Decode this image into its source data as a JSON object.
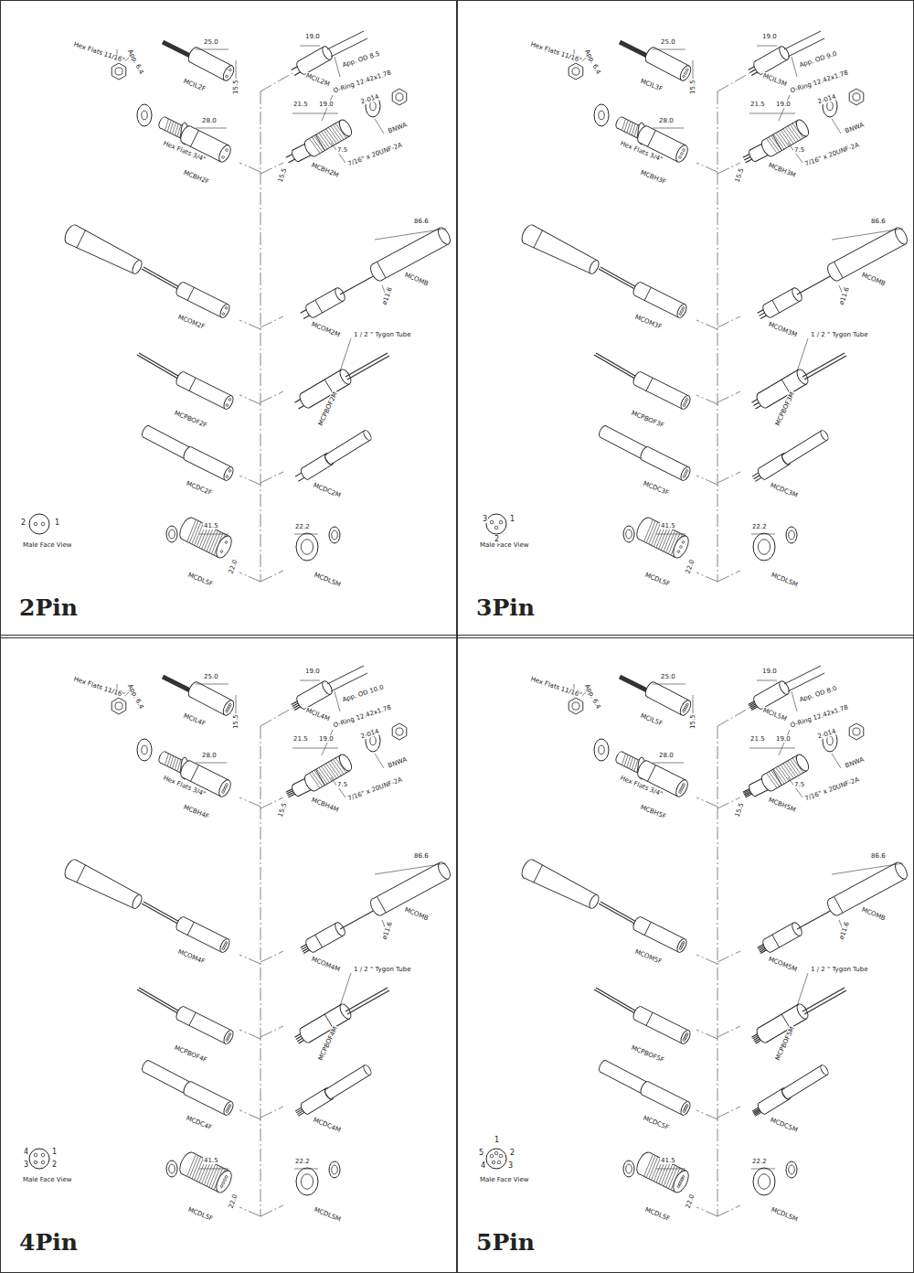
{
  "diagram": {
    "nodes": [
      {
        "text": [
          "2Pin"
        ]
      },
      {
        "text": [
          "3Pin"
        ]
      },
      {
        "text": [
          "4Pin"
        ]
      },
      {
        "text": [
          "5Pin"
        ]
      }
    ],
    "labels": [
      "Hex Flats 11/16\"",
      "App. 6.4",
      "25.0",
      "MCIL2F",
      "15.5",
      "19.0",
      "MCIL2M",
      "App. OD 8.5",
      "O-Ring 12.42x1.78",
      "2-014",
      "21.5",
      "19.0",
      "28.0",
      "Hex Flats 3/4\"",
      "MCBH2F",
      "BNWA",
      "MCBH2M",
      "7/16\" x 20UNF-2A",
      "15.5",
      "7.5",
      "86.6",
      "MCOM2F",
      "MCOMB",
      "MCOM2M",
      "ø11.6",
      "1 / 2 \" Tygon Tube",
      "MCPBOF2F",
      "MCPBOF2M",
      "MCDC2F",
      "MCDC2M",
      "Male Face View",
      "41.5",
      "22.0",
      "MCDLSF",
      "22.2",
      "MCDLSM",
      "2",
      "1",
      "Hex Flats 11/16\"",
      "App. 6.4",
      "25.0",
      "MCIL3F",
      "15.5",
      "19.0",
      "MCIL3M",
      "App. OD 9.0",
      "O-Ring 12.42x1.78",
      "2-014",
      "21.5",
      "19.0",
      "28.0",
      "Hex Flats 3/4\"",
      "MCBH3F",
      "BNWA",
      "MCBH3M",
      "7/16\" x 20UNF-2A",
      "15.5",
      "7.5",
      "86.6",
      "MCOM3F",
      "MCOMB",
      "MCOM3M",
      "ø11.6",
      "1 / 2 \" Tygon Tube",
      "MCPBOF3F",
      "MCPBOF3M",
      "MCDC3F",
      "MCDC3M",
      "Male Face View",
      "41.5",
      "22.0",
      "MCDLSF",
      "22.2",
      "MCDLSM",
      "3",
      "1",
      "2",
      "Hex Flats 11/16\"",
      "App. 6.4",
      "25.0",
      "MCIL4F",
      "15.5",
      "19.0",
      "MCIL4M",
      "App. OD 10.0",
      "O-Ring 12.42x1.78",
      "2-014",
      "21.5",
      "19.0",
      "28.0",
      "Hex Flats 3/4\"",
      "MCBH4F",
      "BNWA",
      "MCBH4M",
      "7/16\" x 20UNF-2A",
      "15.5",
      "7.5",
      "86.6",
      "MCOM4F",
      "MCOMB",
      "MCOM4M",
      "ø11.6",
      "1 / 2 \" Tygon Tube",
      "MCPBOF4F",
      "MCPBOF4M",
      "MCDC4F",
      "MCDC4M",
      "Male Face View",
      "41.5",
      "22.0",
      "MCDLSF",
      "22.2",
      "MCDLSM",
      "4",
      "1",
      "3",
      "2",
      "Hex Flats 11/16\"",
      "App. 6.4",
      "25.0",
      "MCIL5F",
      "15.5",
      "19.0",
      "MCIL5M",
      "App. OD 8.0",
      "O-Ring 12.42x1.78",
      "2-014",
      "21.5",
      "19.0",
      "28.0",
      "Hex Flats 3/4\"",
      "MCBH5F",
      "BNWA",
      "MCBH5M",
      "7/16\" x 20UNF-2A",
      "15.5",
      "7.5",
      "86.6",
      "MCOM5F",
      "MCOMB",
      "MCOM5M",
      "ø11.6",
      "1 / 2 \" Tygon Tube",
      "MCPBOF5F",
      "MCPBOF5M",
      "MCDC5F",
      "MCDC5M",
      "Male Face View",
      "41.5",
      "22.0",
      "MCDLSF",
      "22.2",
      "MCDLSM",
      "5",
      "2",
      "4",
      "3",
      "1"
    ]
  }
}
